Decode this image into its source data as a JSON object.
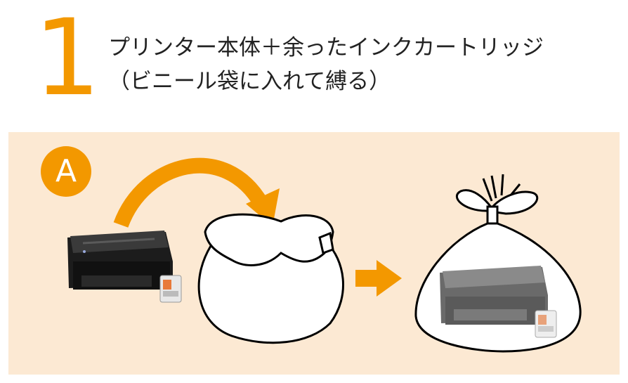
{
  "step": {
    "number": "1",
    "title_line1": "プリンター本体＋余ったインクカートリッジ",
    "title_line2": "（ビニール袋に入れて縛る）"
  },
  "panel": {
    "badge": "A"
  },
  "colors": {
    "accent": "#f39800",
    "panel_bg": "#fce9d3",
    "printer_dark": "#1c1c1c",
    "printer_gray": "#6a6a6a"
  }
}
